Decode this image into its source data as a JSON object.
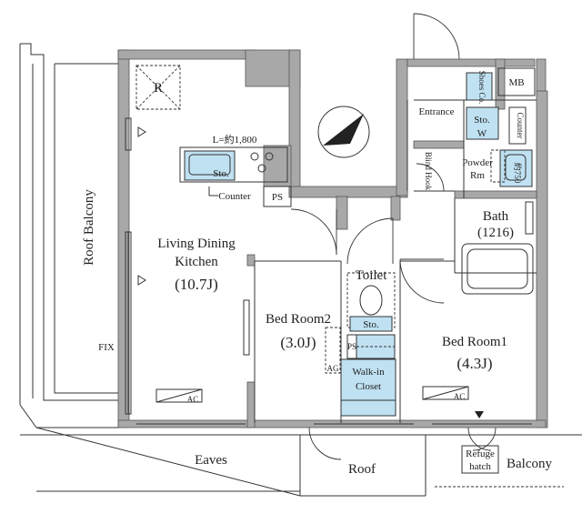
{
  "labels": {
    "roof_balcony": "Roof Balcony",
    "fix": "FIX",
    "ldk_line1": "Living Dining",
    "ldk_line2": "Kitchen",
    "ldk_size": "(10.7J)",
    "bed2": "Bed Room2",
    "bed2_size": "(3.0J)",
    "bed1": "Bed Room1",
    "bed1_size": "(4.3J)",
    "toilet": "Toilet",
    "bath": "Bath",
    "bath_size": "(1216)",
    "entrance": "Entrance",
    "powder_line1": "Powder",
    "powder_line2": "Rm",
    "walkin_line1": "Walk-in",
    "walkin_line2": "Closet",
    "mb": "MB",
    "shoes_co": "Shoes Co.",
    "sto": "Sto.",
    "w": "W",
    "counter": "Counter",
    "kitchen_length": "L=約1,800",
    "ps": "PS",
    "blind_hook": "Blind Hook",
    "ac": "AC",
    "r": "R",
    "eaves": "Eaves",
    "roof": "Roof",
    "refuge_line1": "Refuge",
    "refuge_line2": "hatch",
    "balcony": "Balcony",
    "ps_vertical": "PS",
    "ag": "AG",
    "powder_dim": "約750"
  },
  "colors": {
    "wall": "#a8a8a8",
    "fixture_blue": "#bfe1f2",
    "line": "#333333"
  },
  "icons": {
    "north_arrow": "compass-north-icon",
    "refuge_marker": "triangle-down-icon"
  }
}
